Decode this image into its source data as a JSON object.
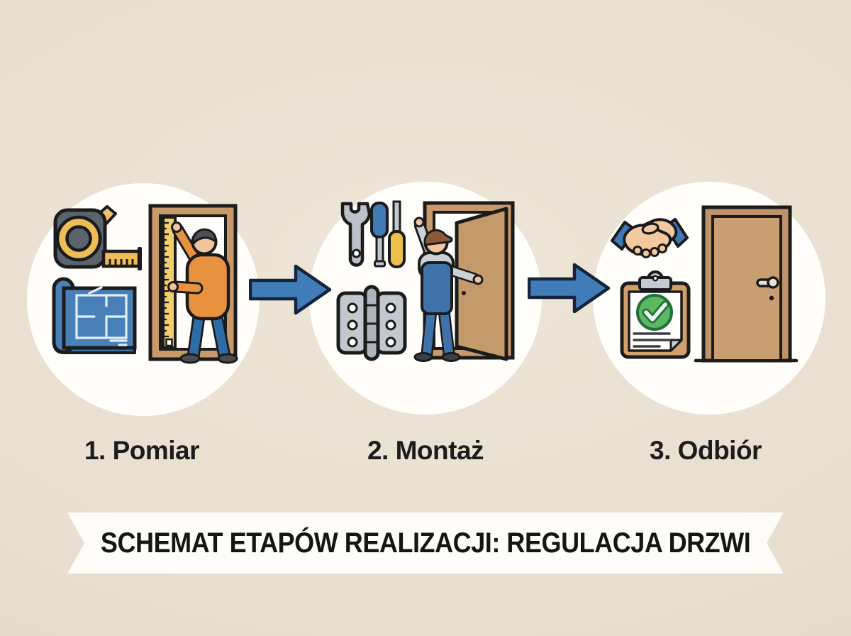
{
  "banner": {
    "text": "SCHEMAT ETAPÓW REALIZACJI: REGULACJA DRZWI"
  },
  "steps": [
    {
      "label": "1. Pomiar",
      "icons": [
        "tape-measure-icon",
        "blueprint-icon",
        "door-frame-icon",
        "ruler-icon",
        "person-measuring-icon"
      ]
    },
    {
      "label": "2. Montaż",
      "icons": [
        "wrench-icon",
        "screwdriver-blue-icon",
        "screwdriver-yellow-icon",
        "hinge-icon",
        "installed-door-icon",
        "worker-installing-icon"
      ]
    },
    {
      "label": "3. Odbiór",
      "icons": [
        "handshake-icon",
        "clipboard-checklist-icon",
        "check-icon",
        "finished-door-icon"
      ]
    }
  ],
  "arrows": [
    {
      "name": "arrow-right-icon"
    },
    {
      "name": "arrow-right-icon"
    }
  ],
  "colors": {
    "background": "#e8dfd0",
    "circle": "#fffefb",
    "arrow_blue": "#3f7cb8",
    "outline": "#1b1b1b",
    "door_tan": "#c89a6b",
    "blueprint_blue": "#4a80b8",
    "tape_yellow": "#eebd57",
    "shirt_orange": "#e8923f",
    "jeans_blue": "#2e6ca6",
    "overalls_blue": "#3f72a8",
    "metal_gray": "#c3c8cf",
    "check_green": "#5cb961",
    "skin": "#f2c49d",
    "cuff_blue": "#3c79b6"
  }
}
